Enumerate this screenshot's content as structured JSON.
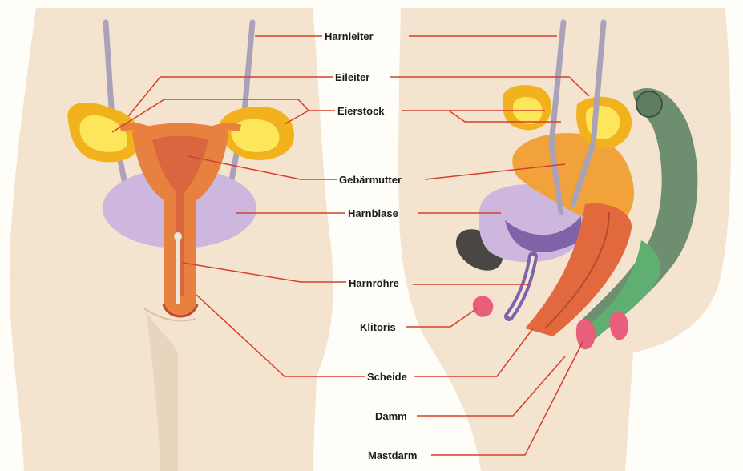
{
  "labels": {
    "harnleiter": "Harnleiter",
    "eileiter": "Eileiter",
    "eierstock": "Eierstock",
    "gebaermutter": "Gebärmutter",
    "harnblase": "Harnblase",
    "harnroehre": "Harnröhre",
    "klitoris": "Klitoris",
    "scheide": "Scheide",
    "damm": "Damm",
    "mastdarm": "Mastdarm"
  },
  "colors": {
    "background": "#fffdf8",
    "skin": "#f3e3cf",
    "skin_shadow": "#e6d2ba",
    "ovary": "#f1b21d",
    "ovary_inner": "#fde65a",
    "uterus": "#e8813f",
    "uterus_inner": "#d9663e",
    "bladder": "#cdb7df",
    "bladder_dark": "#7f63a8",
    "urethra": "#ede7da",
    "ureter": "#a9a2b8",
    "rectum": "#6e8e70",
    "rectum_inner": "#5fae72",
    "bone": "#4a4644",
    "pink": "#e95f7b",
    "leader_line": "#d6402b"
  }
}
